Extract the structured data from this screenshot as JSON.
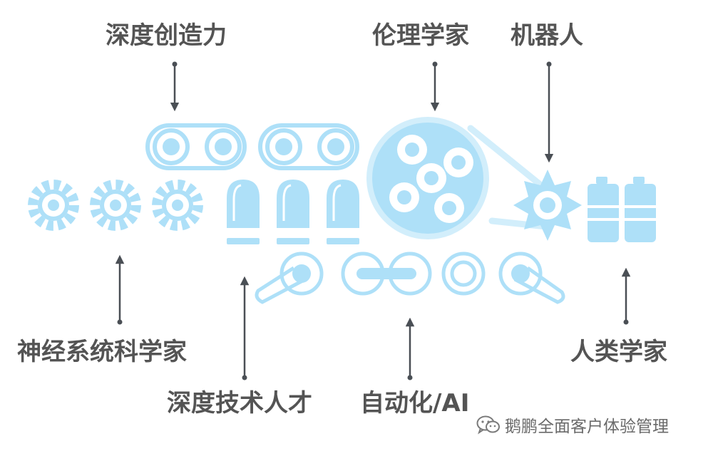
{
  "labels": {
    "deep_creativity": "深度创造力",
    "ethicist": "伦理学家",
    "robot": "机器人",
    "neuroscientist": "神经系统科学家",
    "deep_tech_talent": "深度技术人才",
    "automation_ai": "自动化/AI",
    "anthropologist": "人类学家"
  },
  "watermark": {
    "text": "鹅鹏全面客户体验管理",
    "icon": "wechat-icon"
  },
  "colors": {
    "machine_fill": "#aee0f8",
    "machine_outline": "#d2eefb",
    "arrow": "#4a4f55",
    "label": "#545454"
  }
}
